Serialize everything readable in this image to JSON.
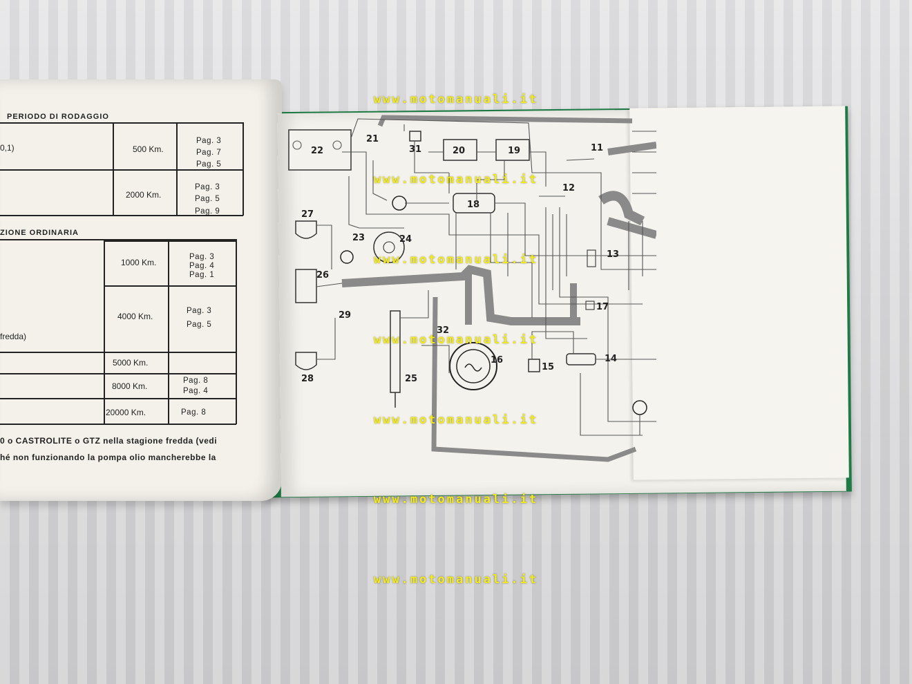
{
  "watermark": {
    "text": "www.motomanuali.it",
    "count": 7
  },
  "left_page": {
    "section1_title": "PERIODO DI RODAGGIO",
    "section2_title": "ZIONE ORDINARIA",
    "table1": {
      "rows": [
        {
          "label": "0,1)",
          "km": "500 Km.",
          "pages": [
            "Pag. 3",
            "Pag. 7",
            "Pag. 5"
          ]
        },
        {
          "label": "",
          "km": "2000 Km.",
          "pages": [
            "Pag. 3",
            "Pag. 5",
            "Pag. 9"
          ]
        }
      ]
    },
    "table2": {
      "rows": [
        {
          "label": "",
          "km": "1000 Km.",
          "pages": [
            "Pag. 3",
            "Pag. 4",
            "Pag. 1"
          ]
        },
        {
          "label": "fredda)",
          "km": "4000 Km.",
          "pages": [
            "Pag. 3",
            "Pag. 5"
          ]
        },
        {
          "label": "",
          "km": "5000 Km.",
          "pages": []
        },
        {
          "label": "",
          "km": "8000 Km.",
          "pages": [
            "Pag. 8",
            "Pag. 4"
          ]
        },
        {
          "label": "",
          "km": "20000 Km.",
          "pages": [
            "Pag. 8"
          ]
        }
      ]
    },
    "note_line1": "0 o CASTROLITE o GTZ nella stagione fredda (vedi",
    "note_line2": "hé non funzionando la pompa olio mancherebbe la"
  },
  "diagram": {
    "component_labels": [
      "11",
      "12",
      "13",
      "14",
      "15",
      "16",
      "17",
      "18",
      "19",
      "20",
      "21",
      "22",
      "23",
      "24",
      "25",
      "26",
      "27",
      "28",
      "29",
      "31",
      "32"
    ]
  },
  "colors": {
    "cover": "#1f7a45",
    "watermark": "#f2ea1a"
  }
}
